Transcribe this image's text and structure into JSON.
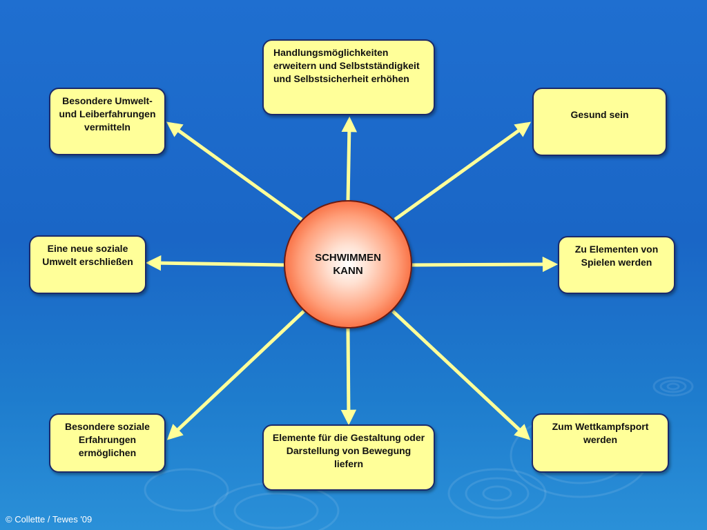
{
  "center": {
    "label": "SCHWIMMEN KANN"
  },
  "boxes": {
    "top": "Handlungsmöglichkeiten erweitern und Selbstständigkeit und Selbstsicherheit erhöhen",
    "top_left": "Besondere Umwelt- und Leiberfahrungen vermitteln",
    "top_right": "Gesund sein",
    "left": "Eine neue soziale Umwelt erschließen",
    "right": "Zu Elementen von Spielen werden",
    "bottom_left": "Besondere soziale Erfahrungen ermöglichen",
    "bottom": "Elemente für die Gestaltung oder Darstellung von Bewegung liefern",
    "bottom_right": "Zum Wettkampfsport werden"
  },
  "credit": "© Collette / Tewes '09",
  "colors": {
    "background": "#1f6fd0",
    "box_fill": "#ffff99",
    "box_border": "#1b2a6b",
    "arrow": "#ffff99",
    "circle_outer": "#e8401a"
  }
}
